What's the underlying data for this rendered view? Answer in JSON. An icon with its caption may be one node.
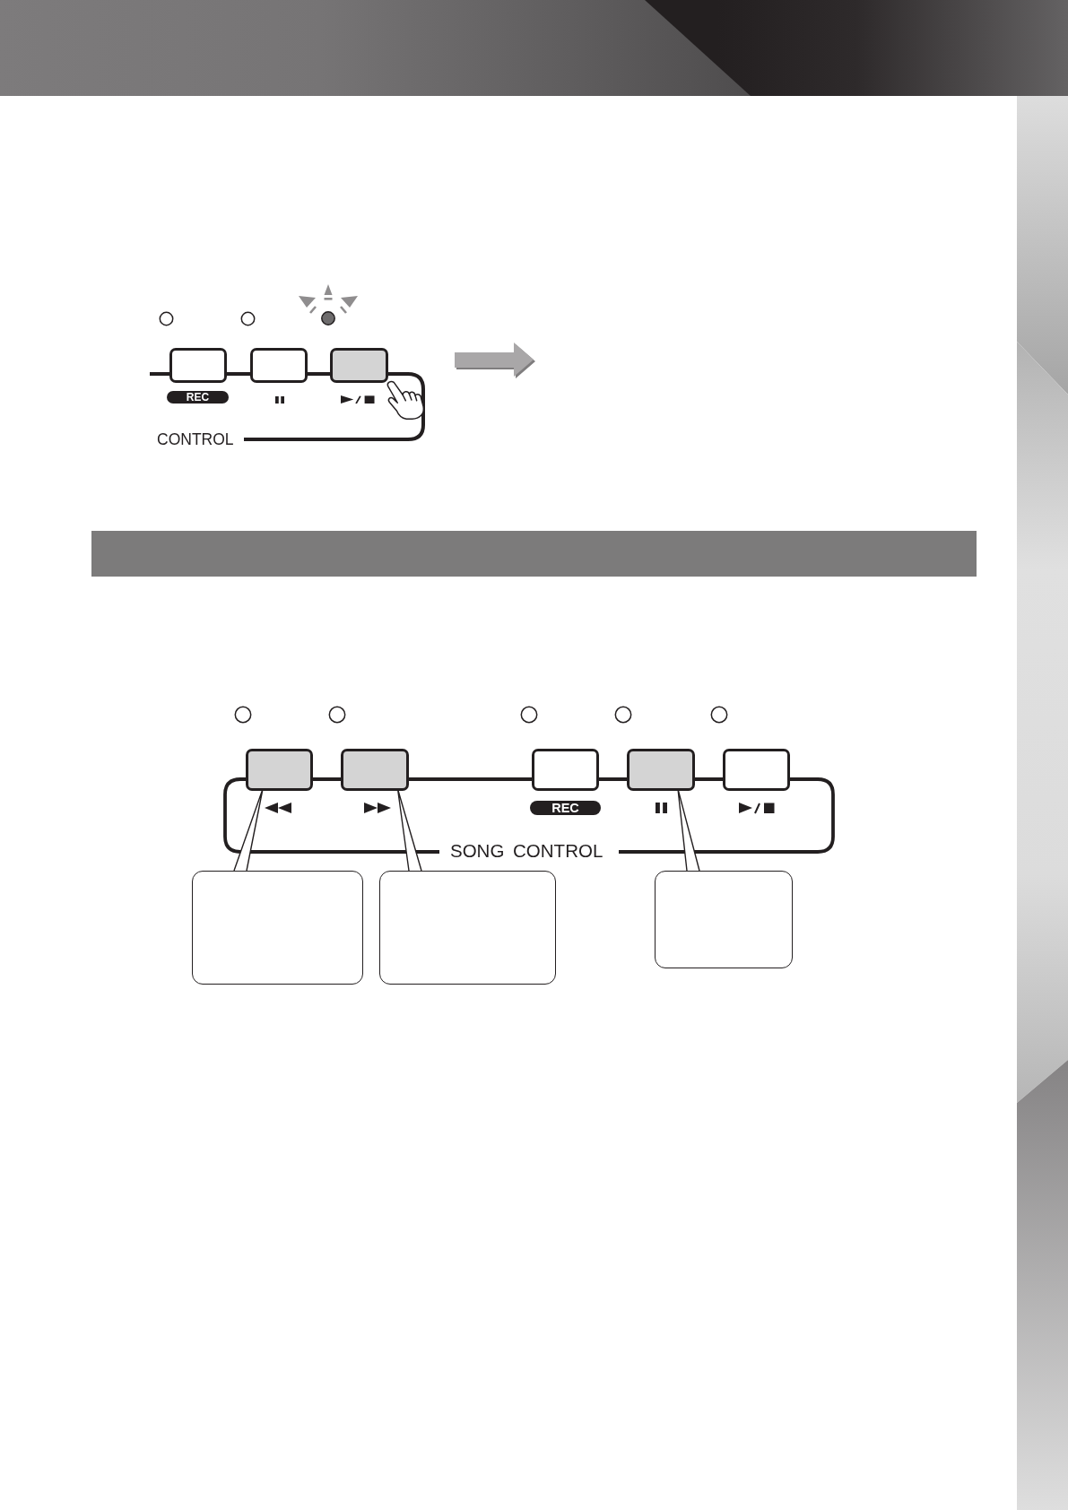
{
  "diagram": {
    "nodes": [
      {
        "text": [],
        "shape": "box"
      },
      {
        "text": [],
        "shape": "box"
      },
      {
        "text": [],
        "shape": "box"
      },
      {
        "text": [
          "REC"
        ]
      },
      {
        "text": [],
        "shape": "bar"
      },
      {
        "text": [],
        "shape": "box"
      },
      {
        "text": [],
        "shape": "box"
      },
      {
        "text": [],
        "shape": "box"
      },
      {
        "text": [],
        "shape": "box"
      },
      {
        "text": [],
        "shape": "box"
      },
      {
        "text": [
          "REC"
        ]
      },
      {
        "text": [],
        "shape": "box"
      },
      {
        "text": [],
        "shape": "box"
      },
      {
        "text": [],
        "shape": "box"
      }
    ],
    "edges": [
      {
        "from": 11,
        "to": 5,
        "arrow": "none"
      },
      {
        "from": 12,
        "to": 6,
        "arrow": "none"
      },
      {
        "from": 13,
        "to": 8,
        "arrow": "none"
      }
    ],
    "labels": [
      "CONTROL",
      "SONG CONTROL"
    ]
  }
}
